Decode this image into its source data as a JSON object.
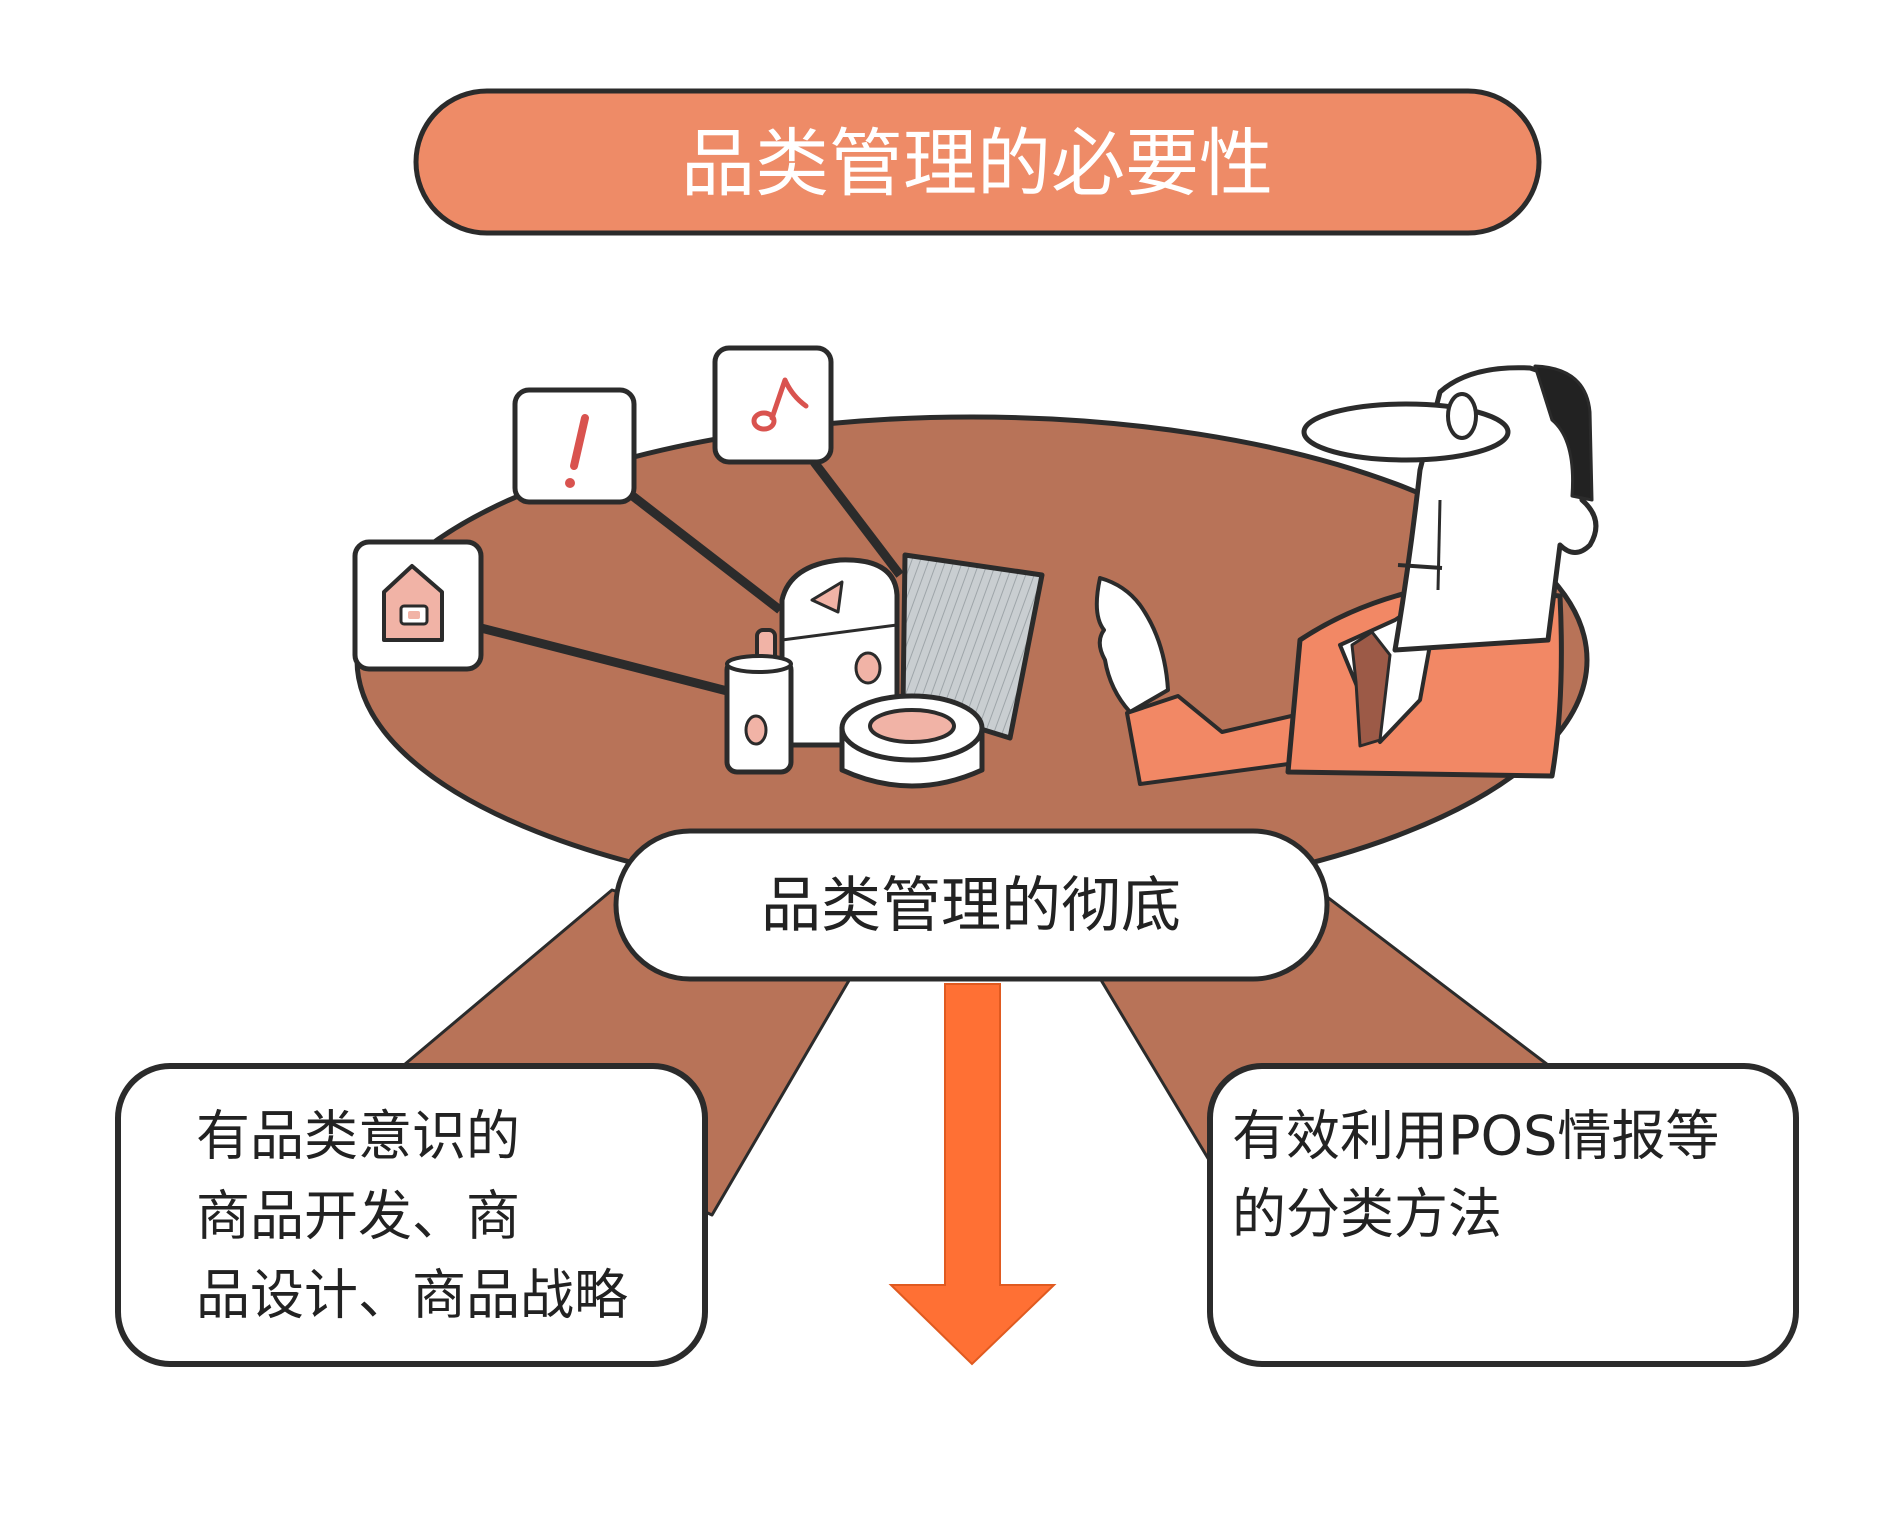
{
  "title": "品类管理的必要性",
  "center_label": "品类管理的彻底",
  "left_box": {
    "lines": [
      "有品类意识的",
      "商品开发、商",
      "品设计、商品战略"
    ]
  },
  "right_box": {
    "lines": [
      "有效利用POS情报等",
      "的分类方法"
    ]
  },
  "icons": [
    "house-icon",
    "exclamation-icon",
    "music-note-icon"
  ],
  "colors": {
    "title_fill": "#EE8B67",
    "table_fill": "#B87358",
    "arrow_fill": "#FF7034",
    "outline": "#2B2B2B",
    "pink": "#F1B3A6",
    "jacket": "#F28865"
  }
}
